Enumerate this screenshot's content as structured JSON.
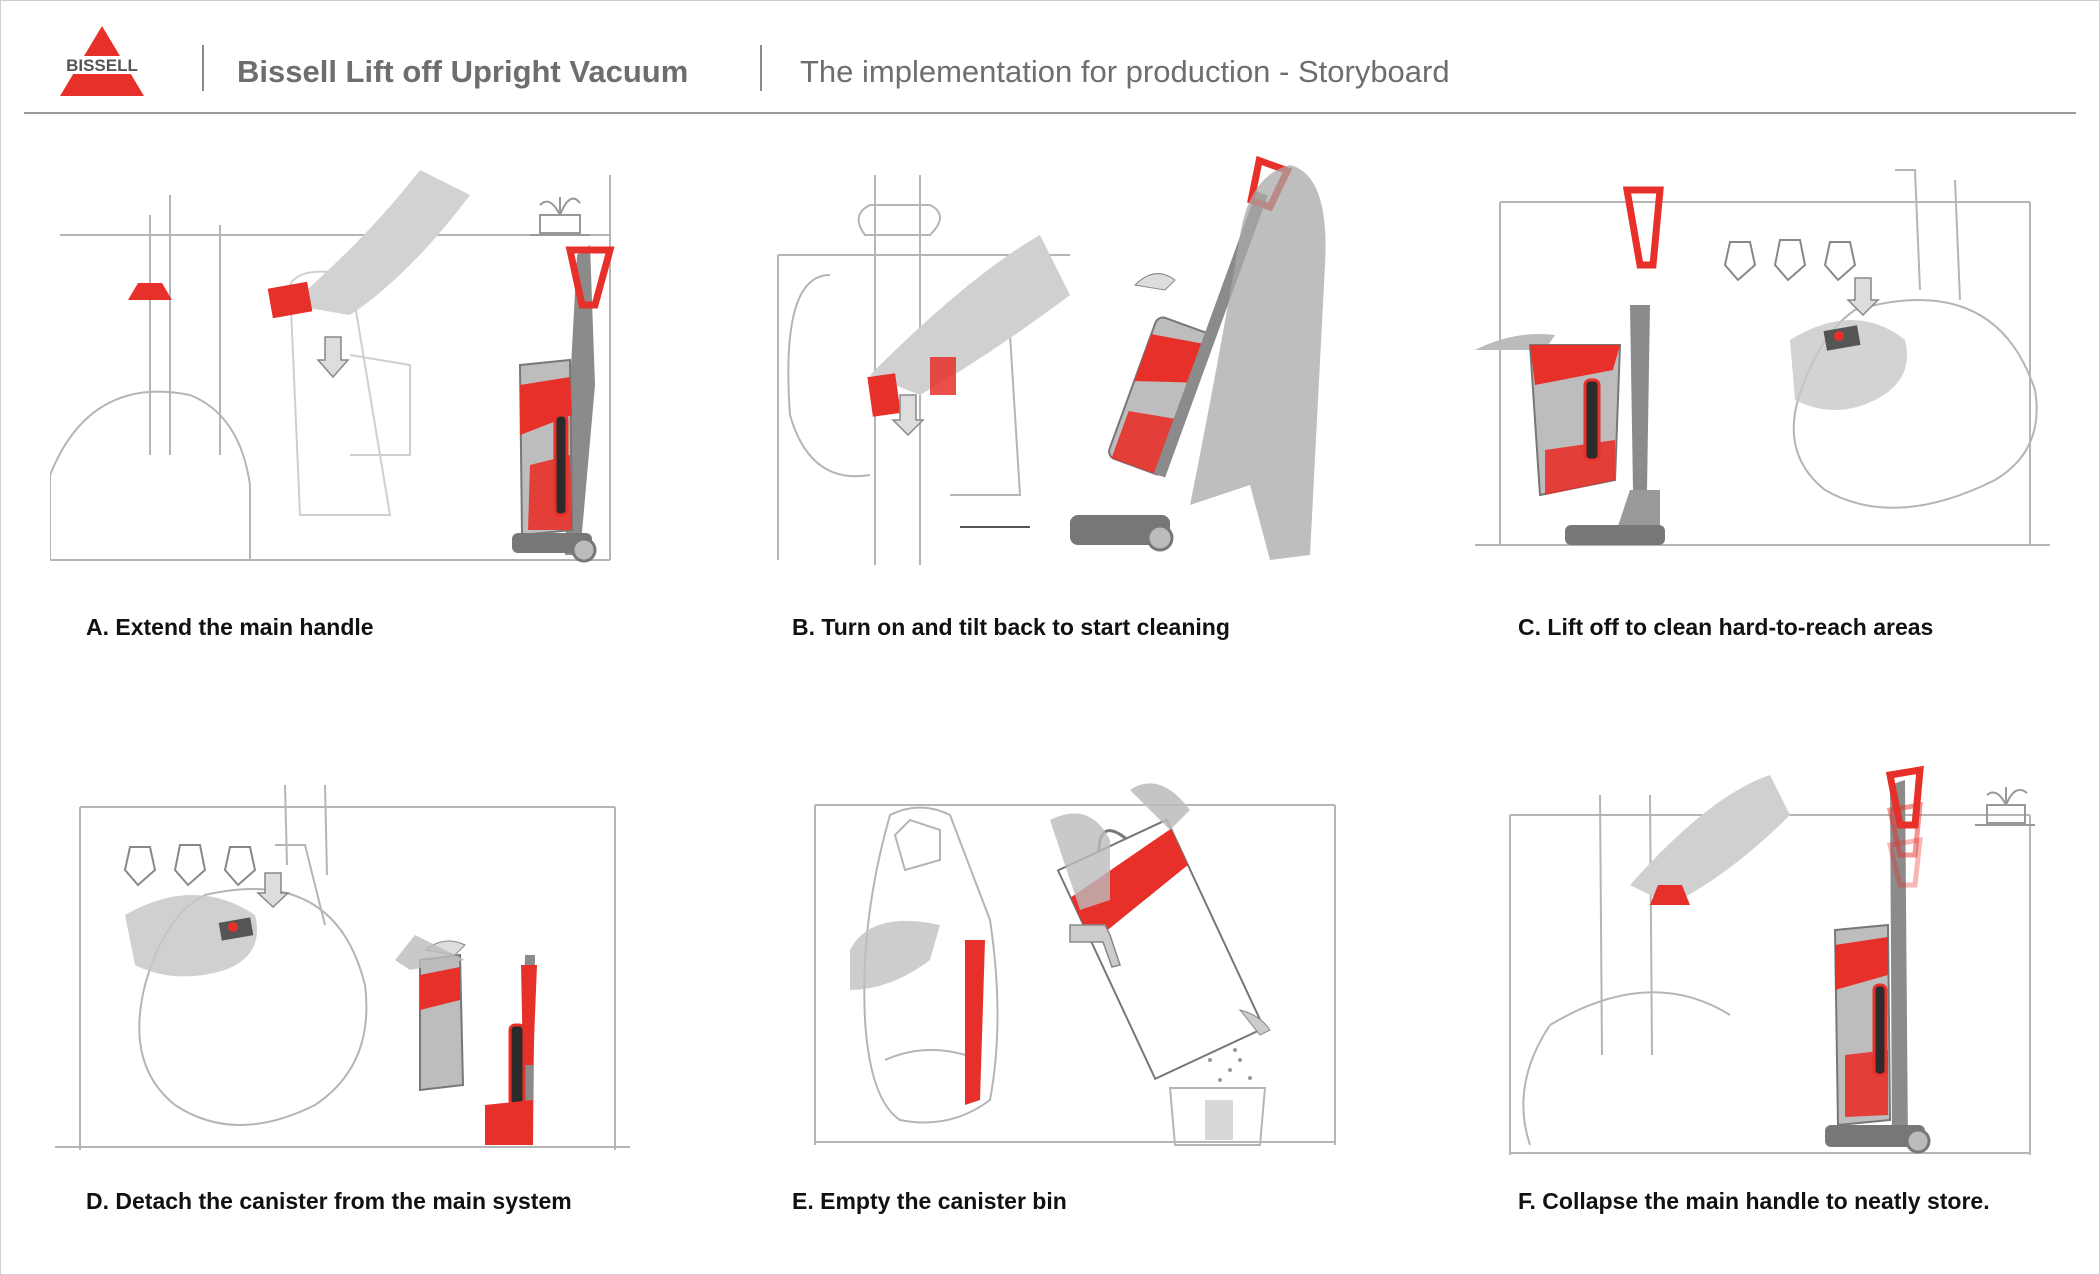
{
  "header": {
    "logo_text": "BISSELL",
    "product_title": "Bissell Lift off Upright Vacuum",
    "subtitle": "The implementation for production - Storyboard"
  },
  "colors": {
    "accent": "#e8302a",
    "sketch_gray": "#9a9a9a",
    "dark_gray": "#6e6e6e"
  },
  "panels": [
    {
      "caption": "A. Extend the main handle"
    },
    {
      "caption": "B. Turn on and tilt back to start cleaning"
    },
    {
      "caption": "C. Lift off to clean hard-to-reach areas"
    },
    {
      "caption": "D. Detach the canister from the main system"
    },
    {
      "caption": "E. Empty the canister bin"
    },
    {
      "caption": "F. Collapse the main handle to neatly store."
    }
  ]
}
